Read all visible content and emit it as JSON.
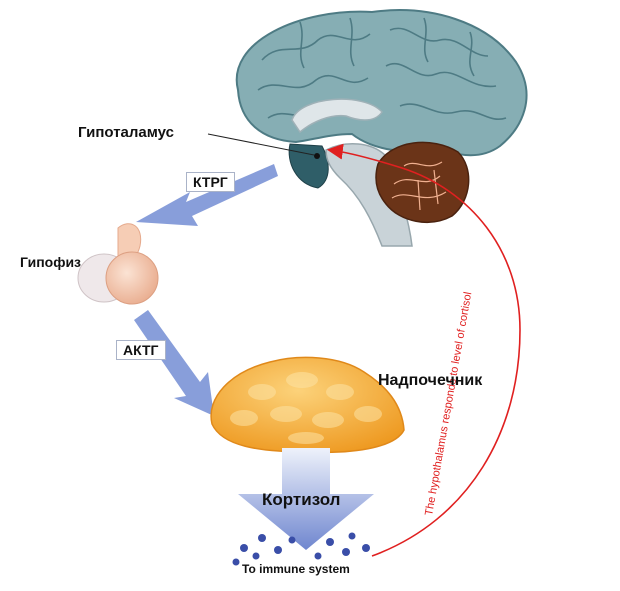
{
  "labels": {
    "hypothalamus": "Гипоталамус",
    "pituitary": "Гипофиз",
    "adrenal": "Надпочечник",
    "crh": "КТРГ",
    "acth": "АКТГ",
    "cortisol": "Кортизол",
    "immune": "To immune system",
    "feedback": "The hypothalamus responds to level of cortisol"
  },
  "colors": {
    "brain": "#86aeb4",
    "brain_dark": "#2f5e68",
    "cerebellum": "#6b3418",
    "brainstem": "#c9d3d8",
    "pituitary": "#f2c3a8",
    "adrenal": "#f2a531",
    "arrow": "#7b93d6",
    "feedback": "#e02020",
    "dots": "#3a4ea8"
  }
}
